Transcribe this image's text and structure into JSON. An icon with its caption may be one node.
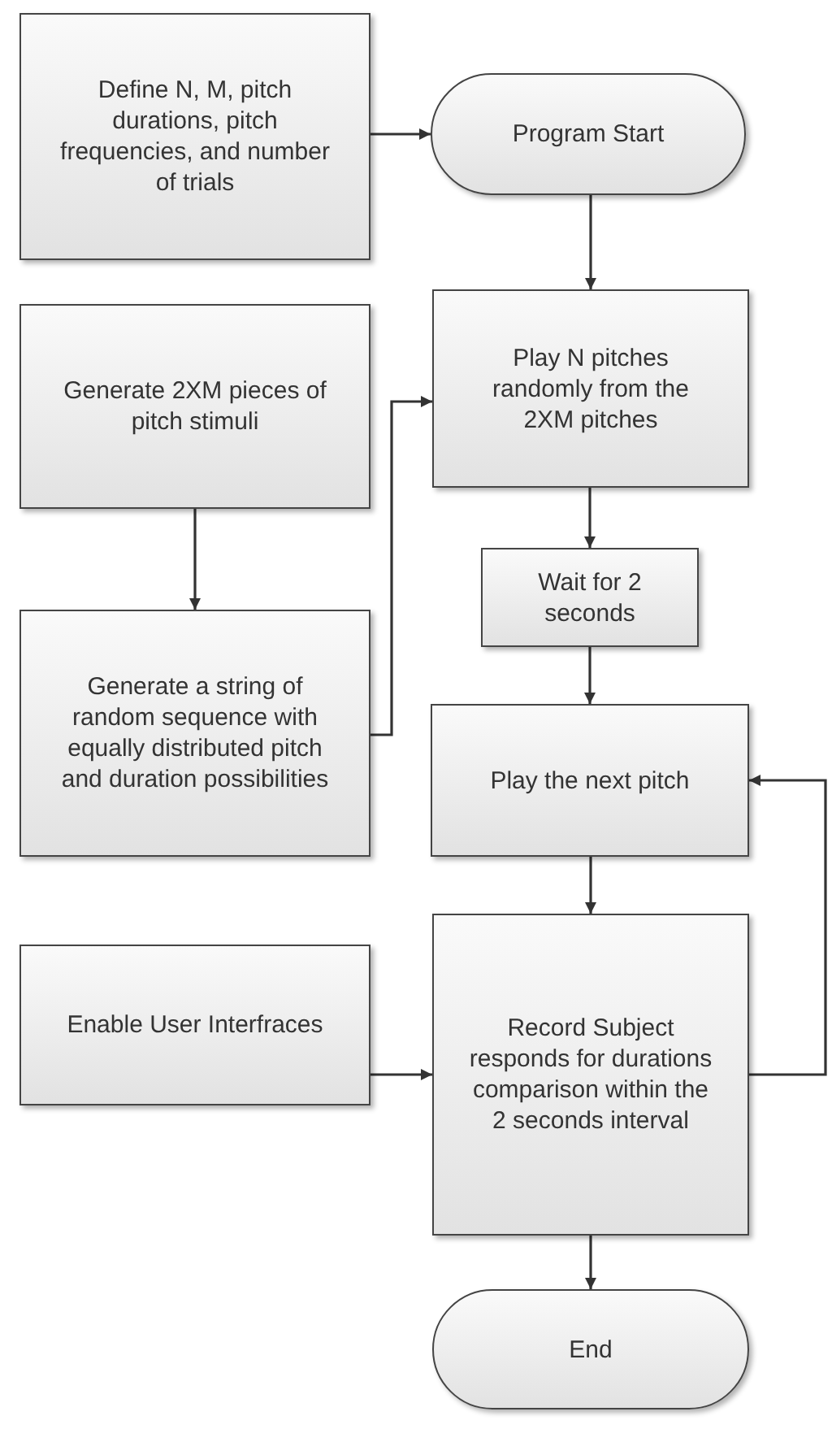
{
  "diagram": {
    "nodes": [
      {
        "text": [
          "Define N, M, pitch durations, pitch frequencies, and number of trials"
        ]
      },
      {
        "text": [
          "Program Start"
        ]
      },
      {
        "text": [
          "Generate 2XM pieces of pitch stimuli"
        ]
      },
      {
        "text": [
          "Play N pitches randomly from the 2XM pitches"
        ]
      },
      {
        "text": [
          "Generate a string of random sequence with equally distributed pitch and duration possibilities"
        ]
      },
      {
        "text": [
          "Wait for 2 seconds"
        ]
      },
      {
        "text": [
          "Play the next pitch"
        ]
      },
      {
        "text": [
          "Enable User Interfraces"
        ]
      },
      {
        "text": [
          "Record Subject responds for durations comparison within the 2 seconds interval"
        ]
      },
      {
        "text": [
          "End"
        ]
      }
    ],
    "edges": [
      {
        "from": 0,
        "to": 1,
        "arrow": "to"
      },
      {
        "from": 1,
        "to": 3,
        "arrow": "to"
      },
      {
        "from": 2,
        "to": 4,
        "arrow": "to"
      },
      {
        "from": 4,
        "to": 3,
        "arrow": "to"
      },
      {
        "from": 3,
        "to": 5,
        "arrow": "to"
      },
      {
        "from": 5,
        "to": 6,
        "arrow": "to"
      },
      {
        "from": 6,
        "to": 8,
        "arrow": "to"
      },
      {
        "from": 7,
        "to": 8,
        "arrow": "to"
      },
      {
        "from": 8,
        "to": 6,
        "arrow": "to"
      },
      {
        "from": 8,
        "to": 9,
        "arrow": "to"
      }
    ]
  }
}
